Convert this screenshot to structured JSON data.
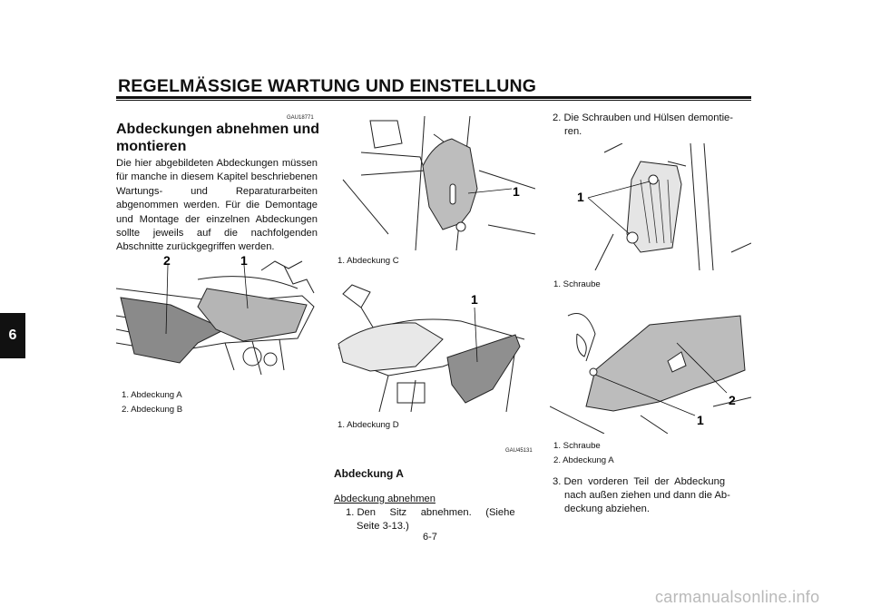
{
  "header": {
    "title": "REGELMÄSSIGE WARTUNG UND EINSTELLUNG",
    "chapter_tab": "6"
  },
  "col1": {
    "code": "GAU18771",
    "heading_line1": "Abdeckungen abnehmen und",
    "heading_line2": "montieren",
    "paragraph": "Die hier abgebildeten Abdeckungen müssen für manche in diesem Kapitel beschriebenen Wartungs- und Reparaturarbeiten abgenommen werden. Für die Demontage und Montage der einzelnen Abdeckungen sollte jeweils auf die nachfolgenden Abschnitte zurückgegriffen werden.",
    "figure": {
      "label_2": "2",
      "label_1": "1"
    },
    "captions": [
      "1. Abdeckung A",
      "2. Abdeckung B"
    ]
  },
  "col2": {
    "figure1": {
      "label_1": "1"
    },
    "caption1": "1. Abdeckung C",
    "figure2": {
      "label_1": "1"
    },
    "caption2": "1. Abdeckung D",
    "code": "GAU45131",
    "subheading": "Abdeckung A",
    "underlined": "Abdeckung abnehmen",
    "step1_line1": "1. Den     Sitz     abnehmen.     (Siehe",
    "step1_line2": "Seite 3-13.)"
  },
  "col3": {
    "step2_line1": "2. Die Schrauben und Hülsen demontie-",
    "step2_line2": "ren.",
    "figure1": {
      "label_1": "1"
    },
    "caption1": "1. Schraube",
    "figure2": {
      "label_2": "2",
      "label_1": "1"
    },
    "captions2": [
      "1. Schraube",
      "2. Abdeckung A"
    ],
    "step3_line1": "3. Den  vorderen  Teil  der  Abdeckung",
    "step3_line2": "nach außen ziehen und dann die Ab-",
    "step3_line3": "deckung abziehen."
  },
  "footer": {
    "page_number": "6-7",
    "watermark": "carmanualsonline.info"
  }
}
